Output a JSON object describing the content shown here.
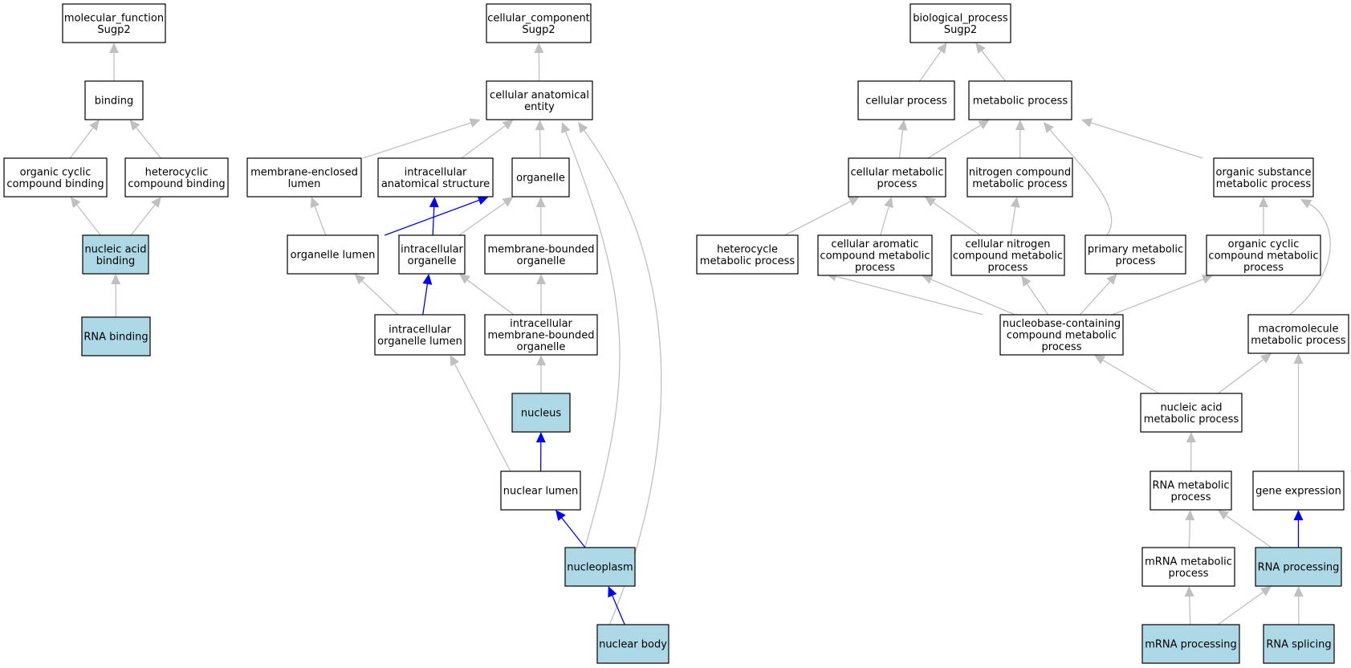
{
  "colors": {
    "highlight_fill": "#add8e6",
    "default_fill": "#ffffff",
    "gray_edge": "#c0c0c0",
    "blue_edge": "#0000ff"
  },
  "nodes": [
    {
      "id": "mf",
      "lines": [
        "molecular_function",
        "Sugp2"
      ],
      "highlight": false
    },
    {
      "id": "binding",
      "lines": [
        "binding"
      ],
      "highlight": false
    },
    {
      "id": "ocb",
      "lines": [
        "organic cyclic",
        "compound binding"
      ],
      "highlight": false
    },
    {
      "id": "hcb",
      "lines": [
        "heterocyclic",
        "compound binding"
      ],
      "highlight": false
    },
    {
      "id": "nab",
      "lines": [
        "nucleic acid",
        "binding"
      ],
      "highlight": true
    },
    {
      "id": "rnab",
      "lines": [
        "RNA binding"
      ],
      "highlight": true
    },
    {
      "id": "cc",
      "lines": [
        "cellular_component",
        "Sugp2"
      ],
      "highlight": false
    },
    {
      "id": "cae",
      "lines": [
        "cellular anatomical",
        "entity"
      ],
      "highlight": false
    },
    {
      "id": "mel",
      "lines": [
        "membrane-enclosed",
        "lumen"
      ],
      "highlight": false
    },
    {
      "id": "ias",
      "lines": [
        "intracellular",
        "anatomical structure"
      ],
      "highlight": false
    },
    {
      "id": "org",
      "lines": [
        "organelle"
      ],
      "highlight": false
    },
    {
      "id": "orgl",
      "lines": [
        "organelle lumen"
      ],
      "highlight": false
    },
    {
      "id": "io",
      "lines": [
        "intracellular",
        "organelle"
      ],
      "highlight": false
    },
    {
      "id": "mbo",
      "lines": [
        "membrane-bounded",
        "organelle"
      ],
      "highlight": false
    },
    {
      "id": "iol",
      "lines": [
        "intracellular",
        "organelle lumen"
      ],
      "highlight": false
    },
    {
      "id": "imbo",
      "lines": [
        "intracellular",
        "membrane-bounded",
        "organelle"
      ],
      "highlight": false
    },
    {
      "id": "nucleus",
      "lines": [
        "nucleus"
      ],
      "highlight": true
    },
    {
      "id": "nl",
      "lines": [
        "nuclear lumen"
      ],
      "highlight": false
    },
    {
      "id": "np",
      "lines": [
        "nucleoplasm"
      ],
      "highlight": true
    },
    {
      "id": "nb",
      "lines": [
        "nuclear body"
      ],
      "highlight": true
    },
    {
      "id": "bp",
      "lines": [
        "biological_process",
        "Sugp2"
      ],
      "highlight": false
    },
    {
      "id": "cp",
      "lines": [
        "cellular process"
      ],
      "highlight": false
    },
    {
      "id": "mp",
      "lines": [
        "metabolic process"
      ],
      "highlight": false
    },
    {
      "id": "cmp",
      "lines": [
        "cellular metabolic",
        "process"
      ],
      "highlight": false
    },
    {
      "id": "ncmp",
      "lines": [
        "nitrogen compound",
        "metabolic process"
      ],
      "highlight": false
    },
    {
      "id": "osmp",
      "lines": [
        "organic substance",
        "metabolic process"
      ],
      "highlight": false
    },
    {
      "id": "hmp",
      "lines": [
        "heterocycle",
        "metabolic process"
      ],
      "highlight": false
    },
    {
      "id": "cacmp",
      "lines": [
        "cellular aromatic",
        "compound metabolic",
        "process"
      ],
      "highlight": false
    },
    {
      "id": "cncmp",
      "lines": [
        "cellular nitrogen",
        "compound metabolic",
        "process"
      ],
      "highlight": false
    },
    {
      "id": "pmp",
      "lines": [
        "primary metabolic",
        "process"
      ],
      "highlight": false
    },
    {
      "id": "occmp",
      "lines": [
        "organic cyclic",
        "compound metabolic",
        "process"
      ],
      "highlight": false
    },
    {
      "id": "nbccmp",
      "lines": [
        "nucleobase-containing",
        "compound metabolic",
        "process"
      ],
      "highlight": false
    },
    {
      "id": "mmp",
      "lines": [
        "macromolecule",
        "metabolic process"
      ],
      "highlight": false
    },
    {
      "id": "nampr",
      "lines": [
        "nucleic acid",
        "metabolic process"
      ],
      "highlight": false
    },
    {
      "id": "rnamp",
      "lines": [
        "RNA metabolic",
        "process"
      ],
      "highlight": false
    },
    {
      "id": "ge",
      "lines": [
        "gene expression"
      ],
      "highlight": false
    },
    {
      "id": "mrnamp",
      "lines": [
        "mRNA metabolic",
        "process"
      ],
      "highlight": false
    },
    {
      "id": "rnap",
      "lines": [
        "RNA processing"
      ],
      "highlight": true
    },
    {
      "id": "mrnap",
      "lines": [
        "mRNA processing"
      ],
      "highlight": true
    },
    {
      "id": "rnas",
      "lines": [
        "RNA splicing"
      ],
      "highlight": true
    }
  ],
  "edges": [
    {
      "from": "binding",
      "to": "mf",
      "color": "gray"
    },
    {
      "from": "ocb",
      "to": "binding",
      "color": "gray"
    },
    {
      "from": "hcb",
      "to": "binding",
      "color": "gray"
    },
    {
      "from": "nab",
      "to": "ocb",
      "color": "gray"
    },
    {
      "from": "nab",
      "to": "hcb",
      "color": "gray"
    },
    {
      "from": "rnab",
      "to": "nab",
      "color": "gray"
    },
    {
      "from": "cae",
      "to": "cc",
      "color": "gray"
    },
    {
      "from": "mel",
      "to": "cae",
      "color": "gray"
    },
    {
      "from": "ias",
      "to": "cae",
      "color": "gray"
    },
    {
      "from": "org",
      "to": "cae",
      "color": "gray"
    },
    {
      "from": "np",
      "to": "cae",
      "color": "gray"
    },
    {
      "from": "nb",
      "to": "cae",
      "color": "gray"
    },
    {
      "from": "orgl",
      "to": "mel",
      "color": "gray"
    },
    {
      "from": "orgl",
      "to": "org",
      "color": "blue"
    },
    {
      "from": "io",
      "to": "ias",
      "color": "blue"
    },
    {
      "from": "io",
      "to": "org",
      "color": "gray"
    },
    {
      "from": "mbo",
      "to": "org",
      "color": "gray"
    },
    {
      "from": "iol",
      "to": "orgl",
      "color": "gray"
    },
    {
      "from": "iol",
      "to": "io",
      "color": "blue"
    },
    {
      "from": "imbo",
      "to": "io",
      "color": "gray"
    },
    {
      "from": "imbo",
      "to": "mbo",
      "color": "gray"
    },
    {
      "from": "nucleus",
      "to": "imbo",
      "color": "gray"
    },
    {
      "from": "nl",
      "to": "iol",
      "color": "gray"
    },
    {
      "from": "nl",
      "to": "nucleus",
      "color": "blue"
    },
    {
      "from": "np",
      "to": "nl",
      "color": "blue"
    },
    {
      "from": "nb",
      "to": "np",
      "color": "blue"
    },
    {
      "from": "cp",
      "to": "bp",
      "color": "gray"
    },
    {
      "from": "mp",
      "to": "bp",
      "color": "gray"
    },
    {
      "from": "cmp",
      "to": "cp",
      "color": "gray"
    },
    {
      "from": "cmp",
      "to": "mp",
      "color": "gray"
    },
    {
      "from": "ncmp",
      "to": "mp",
      "color": "gray"
    },
    {
      "from": "osmp",
      "to": "mp",
      "color": "gray"
    },
    {
      "from": "pmp",
      "to": "mp",
      "color": "gray"
    },
    {
      "from": "hmp",
      "to": "cmp",
      "color": "gray"
    },
    {
      "from": "cacmp",
      "to": "cmp",
      "color": "gray"
    },
    {
      "from": "cncmp",
      "to": "cmp",
      "color": "gray"
    },
    {
      "from": "cncmp",
      "to": "ncmp",
      "color": "gray"
    },
    {
      "from": "occmp",
      "to": "osmp",
      "color": "gray"
    },
    {
      "from": "mmp",
      "to": "osmp",
      "color": "gray"
    },
    {
      "from": "nbccmp",
      "to": "hmp",
      "color": "gray"
    },
    {
      "from": "nbccmp",
      "to": "cacmp",
      "color": "gray"
    },
    {
      "from": "nbccmp",
      "to": "cncmp",
      "color": "gray"
    },
    {
      "from": "nbccmp",
      "to": "pmp",
      "color": "gray"
    },
    {
      "from": "nbccmp",
      "to": "occmp",
      "color": "gray"
    },
    {
      "from": "nampr",
      "to": "nbccmp",
      "color": "gray"
    },
    {
      "from": "nampr",
      "to": "mmp",
      "color": "gray"
    },
    {
      "from": "rnamp",
      "to": "nampr",
      "color": "gray"
    },
    {
      "from": "ge",
      "to": "mmp",
      "color": "gray"
    },
    {
      "from": "mrnamp",
      "to": "rnamp",
      "color": "gray"
    },
    {
      "from": "rnap",
      "to": "rnamp",
      "color": "gray"
    },
    {
      "from": "rnap",
      "to": "ge",
      "color": "blue"
    },
    {
      "from": "mrnap",
      "to": "mrnamp",
      "color": "gray"
    },
    {
      "from": "mrnap",
      "to": "rnap",
      "color": "gray"
    },
    {
      "from": "rnas",
      "to": "rnap",
      "color": "gray"
    }
  ]
}
